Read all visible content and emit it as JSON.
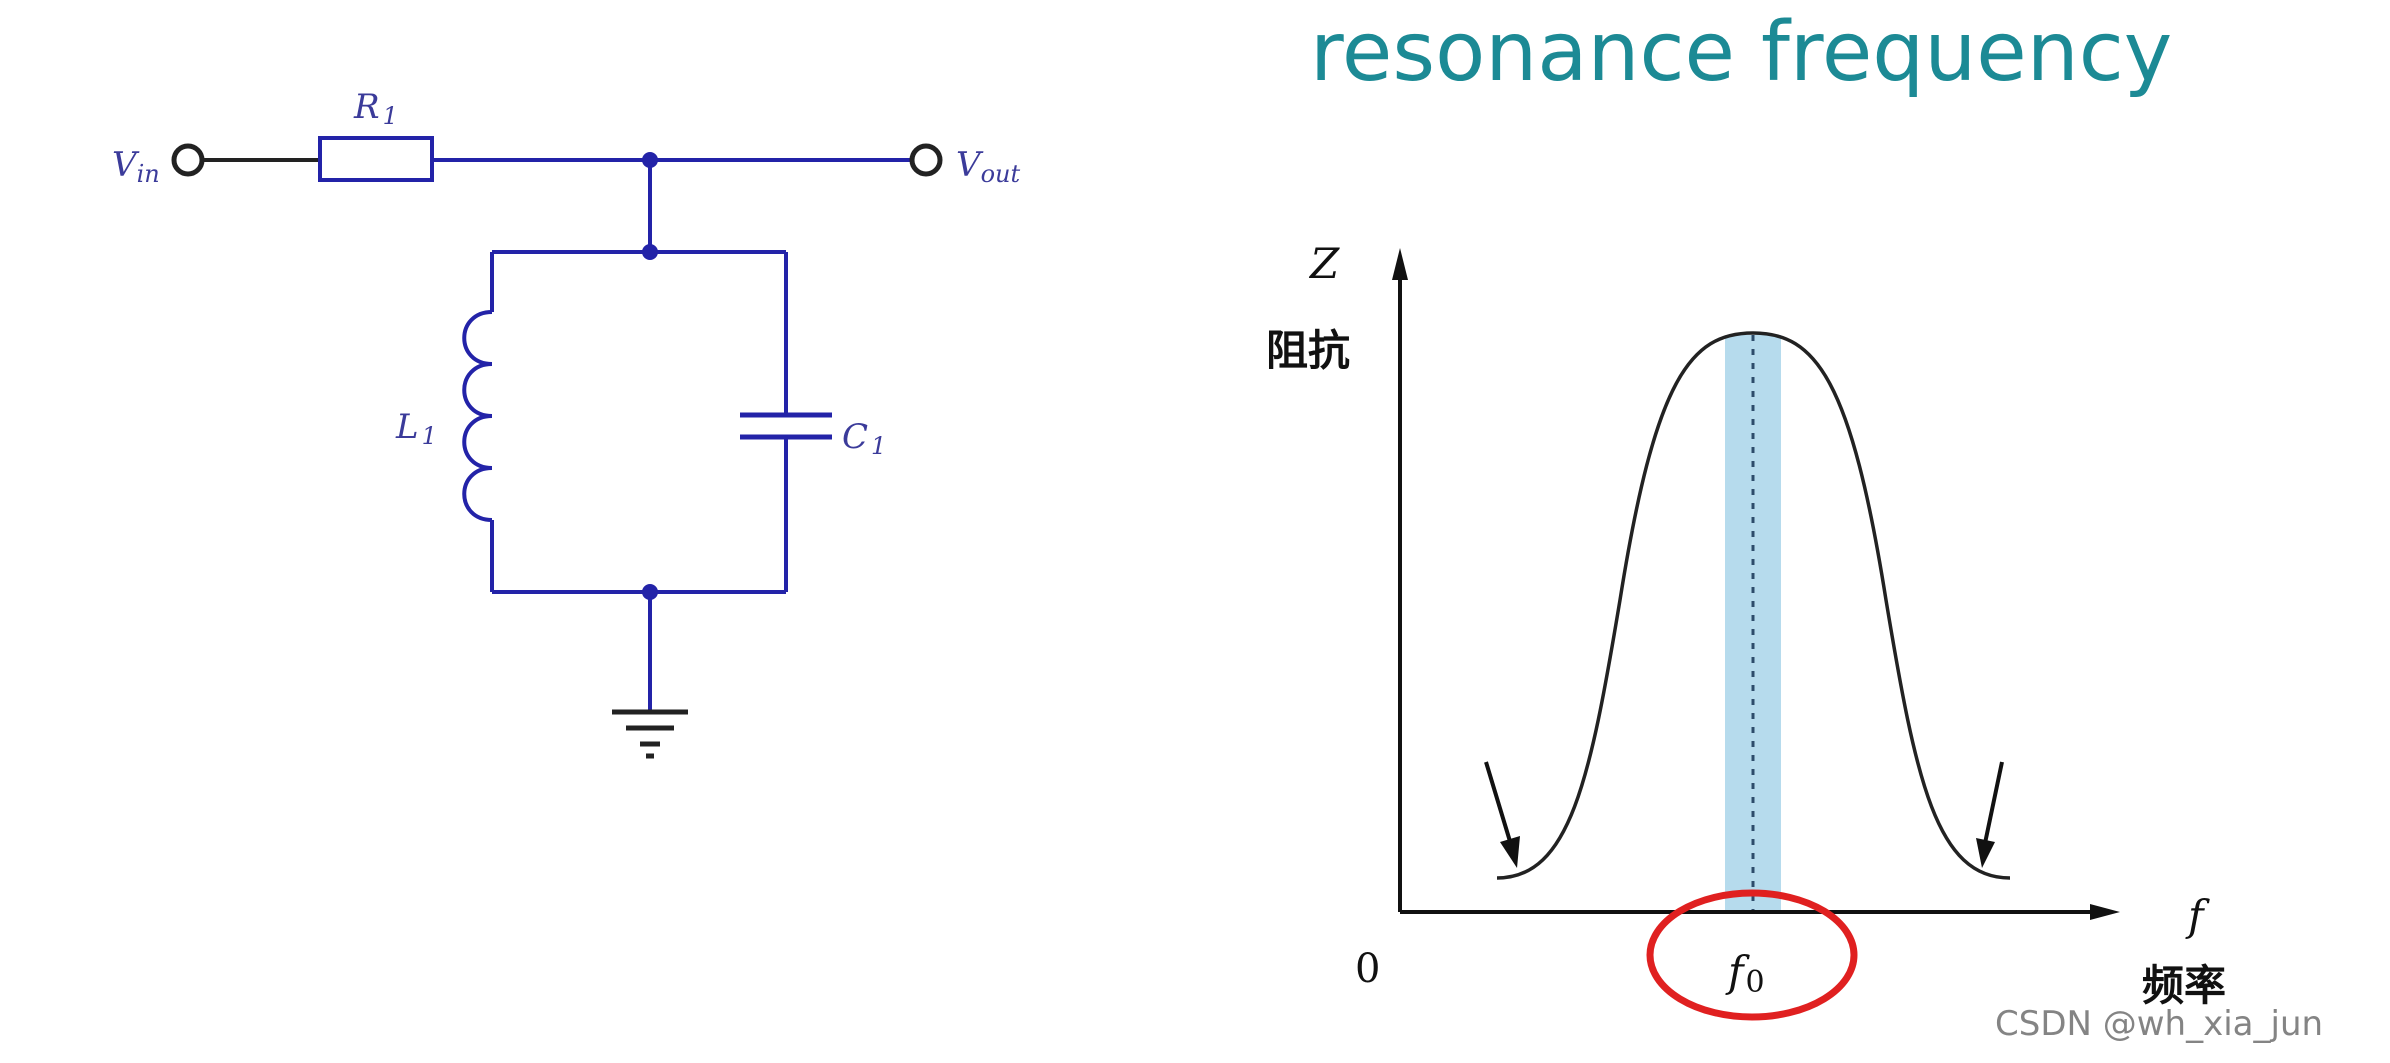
{
  "title": "resonance frequency",
  "circuit": {
    "r1": "R",
    "r1_sub": "1",
    "l1": "L",
    "l1_sub": "1",
    "c1": "C",
    "c1_sub": "1",
    "vin": "V",
    "vin_sub": "in",
    "vout": "V",
    "vout_sub": "out"
  },
  "graph": {
    "y_axis_symbol": "Z",
    "y_axis_label": "阻抗",
    "x_axis_symbol": "f",
    "x_axis_label": "频率",
    "origin_label": "0",
    "peak_label": "f",
    "peak_label_sub": "0"
  },
  "watermark": "CSDN @wh_xia_jun",
  "colors": {
    "title": "#1c8a95",
    "circuit_line": "#2323a8",
    "highlight_band": "#a9d5ea",
    "circle": "#e02020",
    "curve": "#222222"
  }
}
